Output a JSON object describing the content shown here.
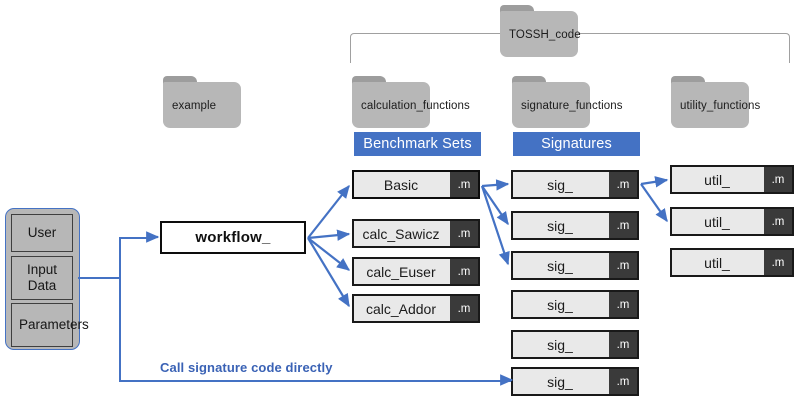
{
  "diagram": {
    "title": "TOSSH code structure diagram",
    "colors": {
      "accent_blue": "#4472C4",
      "folder_gray": "#B7B7B7",
      "file_body": "#E9E9E9",
      "file_ext": "#3A3A3A",
      "border_black": "#191919"
    }
  },
  "bracket": {
    "name": "tossh-code-bracket"
  },
  "folders": [
    {
      "name": "example",
      "label": "example"
    },
    {
      "name": "tossh-code",
      "label": "TOSSH_code"
    },
    {
      "name": "calculation",
      "label": "calculation_functions"
    },
    {
      "name": "signature",
      "label": "signature_functions"
    },
    {
      "name": "utility",
      "label": "utility_functions"
    }
  ],
  "headers": [
    {
      "name": "benchmark-sets",
      "label": "Benchmark Sets"
    },
    {
      "name": "signatures",
      "label": "Signatures"
    }
  ],
  "user_stack": {
    "items": [
      {
        "label": "User"
      },
      {
        "label": "Input Data"
      },
      {
        "label": "Parameters"
      }
    ]
  },
  "workflow": {
    "label": "workflow_"
  },
  "note": {
    "label": "Call signature code directly"
  },
  "columns": {
    "calculation_files": [
      {
        "name": "Basic",
        "ext": ".m",
        "highlighted": true
      },
      {
        "name": "calc_Sawicz",
        "ext": ".m",
        "highlighted": false
      },
      {
        "name": "calc_Euser",
        "ext": ".m",
        "highlighted": false
      },
      {
        "name": "calc_Addor",
        "ext": ".m",
        "highlighted": false
      }
    ],
    "signature_files": [
      {
        "name": "sig_",
        "ext": ".m"
      },
      {
        "name": "sig_",
        "ext": ".m"
      },
      {
        "name": "sig_",
        "ext": ".m"
      },
      {
        "name": "sig_",
        "ext": ".m"
      },
      {
        "name": "sig_",
        "ext": ".m"
      },
      {
        "name": "sig_",
        "ext": ".m"
      }
    ],
    "utility_files": [
      {
        "name": "util_",
        "ext": ".m"
      },
      {
        "name": "util_",
        "ext": ".m"
      },
      {
        "name": "util_",
        "ext": ".m"
      }
    ]
  }
}
